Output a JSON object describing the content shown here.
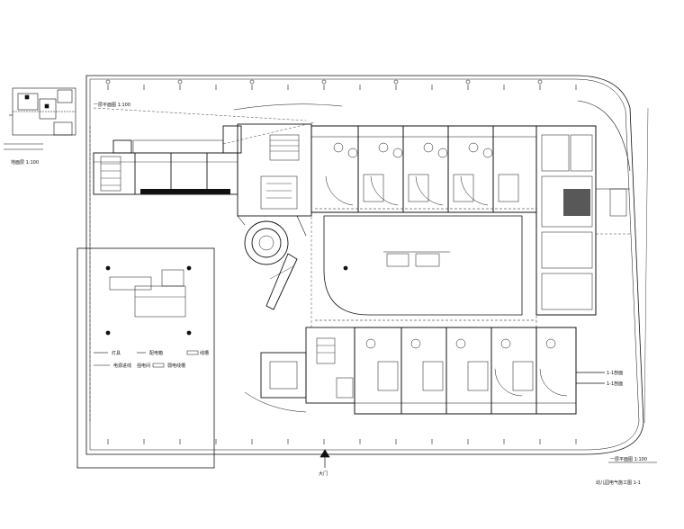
{
  "drawing": {
    "background": "#ffffff",
    "line_color": "#111111",
    "labels": {
      "small_plan_note": "地面层 1:100",
      "detail_plan_caption": "一层平面图 1:100",
      "sheet_caption": "一层平面图 1:100",
      "sheet_subcaption": "幼儿园电气施工图 1-1",
      "legend_item_1": "灯具",
      "legend_item_2": "配电箱",
      "legend_item_3": "线槽",
      "legend_item_4": "电源进线",
      "legend_item_5": "强电间",
      "legend_item_6": "弱电线槽",
      "right_label_1": "1-1剖面",
      "right_label_2": "1-1剖面",
      "gate_label": "大门"
    }
  }
}
